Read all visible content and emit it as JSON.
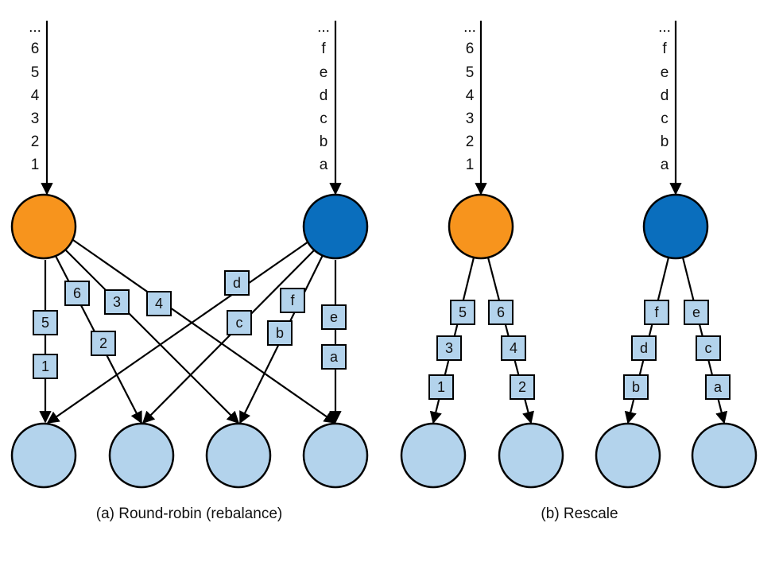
{
  "colors": {
    "orange": "#f7941d",
    "blue": "#0a6ebd",
    "light": "#b3d3ec",
    "box": "#b3d3ec",
    "stroke": "#000000"
  },
  "panels": [
    {
      "id": "a",
      "caption": "(a) Round-robin (rebalance)",
      "streams": [
        {
          "id": "a1",
          "labels": [
            "...",
            "6",
            "5",
            "4",
            "3",
            "2",
            "1"
          ]
        },
        {
          "id": "a2",
          "labels": [
            "...",
            "f",
            "e",
            "d",
            "c",
            "b",
            "a"
          ]
        }
      ],
      "records": [
        {
          "id": "a-5",
          "label": "5"
        },
        {
          "id": "a-1",
          "label": "1"
        },
        {
          "id": "a-6",
          "label": "6"
        },
        {
          "id": "a-2",
          "label": "2"
        },
        {
          "id": "a-3",
          "label": "3"
        },
        {
          "id": "a-4",
          "label": "4"
        },
        {
          "id": "a-d",
          "label": "d"
        },
        {
          "id": "a-c",
          "label": "c"
        },
        {
          "id": "a-f",
          "label": "f"
        },
        {
          "id": "a-b",
          "label": "b"
        },
        {
          "id": "a-e",
          "label": "e"
        },
        {
          "id": "a-a",
          "label": "a"
        }
      ]
    },
    {
      "id": "b",
      "caption": "(b) Rescale",
      "streams": [
        {
          "id": "b1",
          "labels": [
            "...",
            "6",
            "5",
            "4",
            "3",
            "2",
            "1"
          ]
        },
        {
          "id": "b2",
          "labels": [
            "...",
            "f",
            "e",
            "d",
            "c",
            "b",
            "a"
          ]
        }
      ],
      "records": [
        {
          "id": "b-5",
          "label": "5"
        },
        {
          "id": "b-3",
          "label": "3"
        },
        {
          "id": "b-1",
          "label": "1"
        },
        {
          "id": "b-6",
          "label": "6"
        },
        {
          "id": "b-4",
          "label": "4"
        },
        {
          "id": "b-2",
          "label": "2"
        },
        {
          "id": "b-f",
          "label": "f"
        },
        {
          "id": "b-d",
          "label": "d"
        },
        {
          "id": "b-b",
          "label": "b"
        },
        {
          "id": "b-e",
          "label": "e"
        },
        {
          "id": "b-c",
          "label": "c"
        },
        {
          "id": "b-a",
          "label": "a"
        }
      ]
    }
  ]
}
